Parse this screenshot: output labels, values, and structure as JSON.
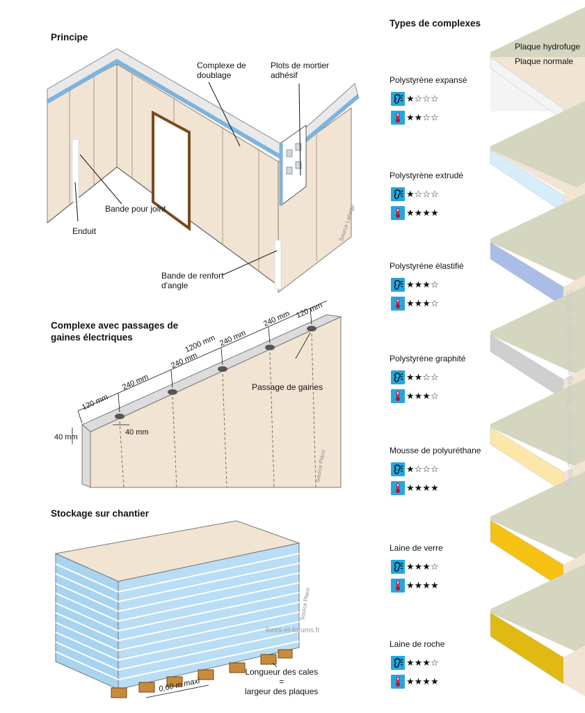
{
  "colors": {
    "plaster": "#f1e4d3",
    "plaster_edge": "#c9b8a0",
    "insulation_blue": "#cfe3f3",
    "paper_green": "#d5d6bf",
    "eps": "#f4f4f4",
    "xps": "#d6eefa",
    "elastified": "#a9bde8",
    "graphite": "#cfcfcf",
    "pu": "#fde7a8",
    "glass_wool": "#f5c213",
    "rock_wool": "#e0ba13",
    "icon_blue": "#25a6dd"
  },
  "principe": {
    "title": "Principe",
    "labels": {
      "complexe": "Complexe de\ndoublage",
      "plots": "Plots de mortier\nadhésif",
      "bande_joint": "Bande pour joint",
      "enduit": "Enduit",
      "renfort": "Bande de renfort\nd'angle"
    },
    "source": "Source Lafarge"
  },
  "gaines": {
    "title": "Complexe avec passages de\ngaines électriques",
    "dims": {
      "d120a": "120 mm",
      "d240a": "240 mm",
      "d240b": "240 mm",
      "d1200": "1200 mm",
      "d240c": "240 mm",
      "d240d": "240 mm",
      "d120b": "120 mm",
      "d40h": "40 mm",
      "d40v": "40 mm"
    },
    "passage": "Passage de gaines",
    "source": "Source Placo"
  },
  "stockage": {
    "title": "Stockage sur chantier",
    "spacing": "0,60 m maxi",
    "cales": "Longueur des cales\n=\nlargeur des plaques",
    "source": "Source Placo",
    "site": "livres-et-forums.fr"
  },
  "types": {
    "title": "Types de complexes",
    "plaque_hydro": "Plaque hydrofuge",
    "plaque_normale": "Plaque normale",
    "items": [
      {
        "name": "Polystyrène expansé",
        "acoustic": "★☆☆☆",
        "thermal": "★★☆☆"
      },
      {
        "name": "Polystyrène extrudé",
        "acoustic": "★☆☆☆",
        "thermal": "★★★★"
      },
      {
        "name": "Polystyrène élastifié",
        "acoustic": "★★★☆",
        "thermal": "★★★☆"
      },
      {
        "name": "Polystyrène graphité",
        "acoustic": "★★☆☆",
        "thermal": "★★★☆"
      },
      {
        "name": "Mousse de polyuréthane",
        "acoustic": "★☆☆☆",
        "thermal": "★★★★"
      },
      {
        "name": "Laine de verre",
        "acoustic": "★★★☆",
        "thermal": "★★★★"
      },
      {
        "name": "Laine de roche",
        "acoustic": "★★★☆",
        "thermal": "★★★★"
      }
    ],
    "watermark": "Tous droits réservés - Reproduction interdite © DFTG"
  }
}
